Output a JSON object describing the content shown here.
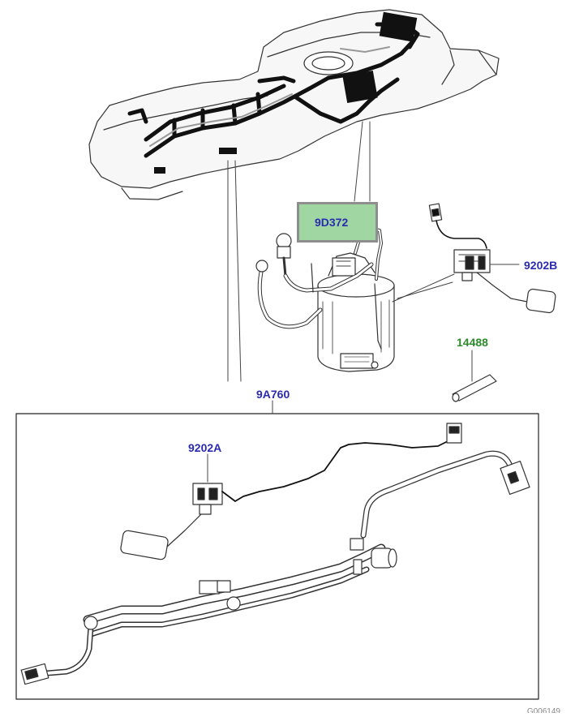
{
  "callouts": {
    "pump_module": "9D372",
    "sender_right": "9202B",
    "clip": "14488",
    "harness": "9A760",
    "sender_left": "9202A"
  },
  "highlight_color": "#9fd6a2",
  "label_colors": {
    "blue": "#2b2bb0",
    "green": "#2a8a2a"
  },
  "footer_code": "G006149"
}
